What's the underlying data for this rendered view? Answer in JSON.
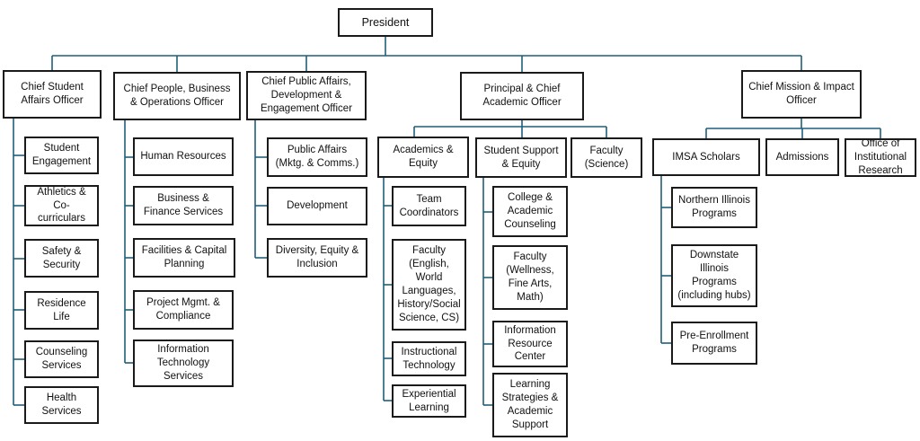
{
  "colors": {
    "connector": "#1f5f7a",
    "box_border": "#1a1a1a",
    "text": "#111111"
  },
  "org": {
    "president": "President",
    "chief_student_affairs": {
      "title": "Chief Student\nAffairs Officer",
      "units": [
        "Student\nEngagement",
        "Athletics &\nCo-\ncurriculars",
        "Safety &\nSecurity",
        "Residence\nLife",
        "Counseling\nServices",
        "Health\nServices"
      ]
    },
    "chief_people_business": {
      "title": "Chief People, Business\n& Operations Officer",
      "units": [
        "Human Resources",
        "Business &\nFinance Services",
        "Facilities & Capital\nPlanning",
        "Project Mgmt. &\nCompliance",
        "Information\nTechnology\nServices"
      ]
    },
    "chief_public_affairs": {
      "title": "Chief Public Affairs,\nDevelopment &\nEngagement Officer",
      "units": [
        "Public Affairs\n(Mktg. & Comms.)",
        "Development",
        "Diversity, Equity &\nInclusion"
      ]
    },
    "principal": {
      "title": "Principal & Chief\nAcademic Officer",
      "academics_equity": {
        "title": "Academics &\nEquity",
        "units": [
          "Team\nCoordinators",
          "Faculty\n(English,\nWorld\nLanguages,\nHistory/Social\nScience, CS)",
          "Instructional\nTechnology",
          "Experiential\nLearning"
        ]
      },
      "student_support_equity": {
        "title": "Student Support\n& Equity",
        "units": [
          "College &\nAcademic\nCounseling",
          "Faculty\n(Wellness,\nFine Arts,\nMath)",
          "Information\nResource\nCenter",
          "Learning\nStrategies &\nAcademic\nSupport"
        ]
      },
      "faculty_science": "Faculty\n(Science)"
    },
    "chief_mission_impact": {
      "title": "Chief Mission & Impact\nOfficer",
      "imsa_scholars": {
        "title": "IMSA Scholars",
        "units": [
          "Northern Illinois\nPrograms",
          "Downstate\nIllinois\nPrograms\n(including hubs)",
          "Pre-Enrollment\nPrograms"
        ]
      },
      "admissions": "Admissions",
      "institutional_research": "Office of\nInstitutional\nResearch"
    }
  }
}
